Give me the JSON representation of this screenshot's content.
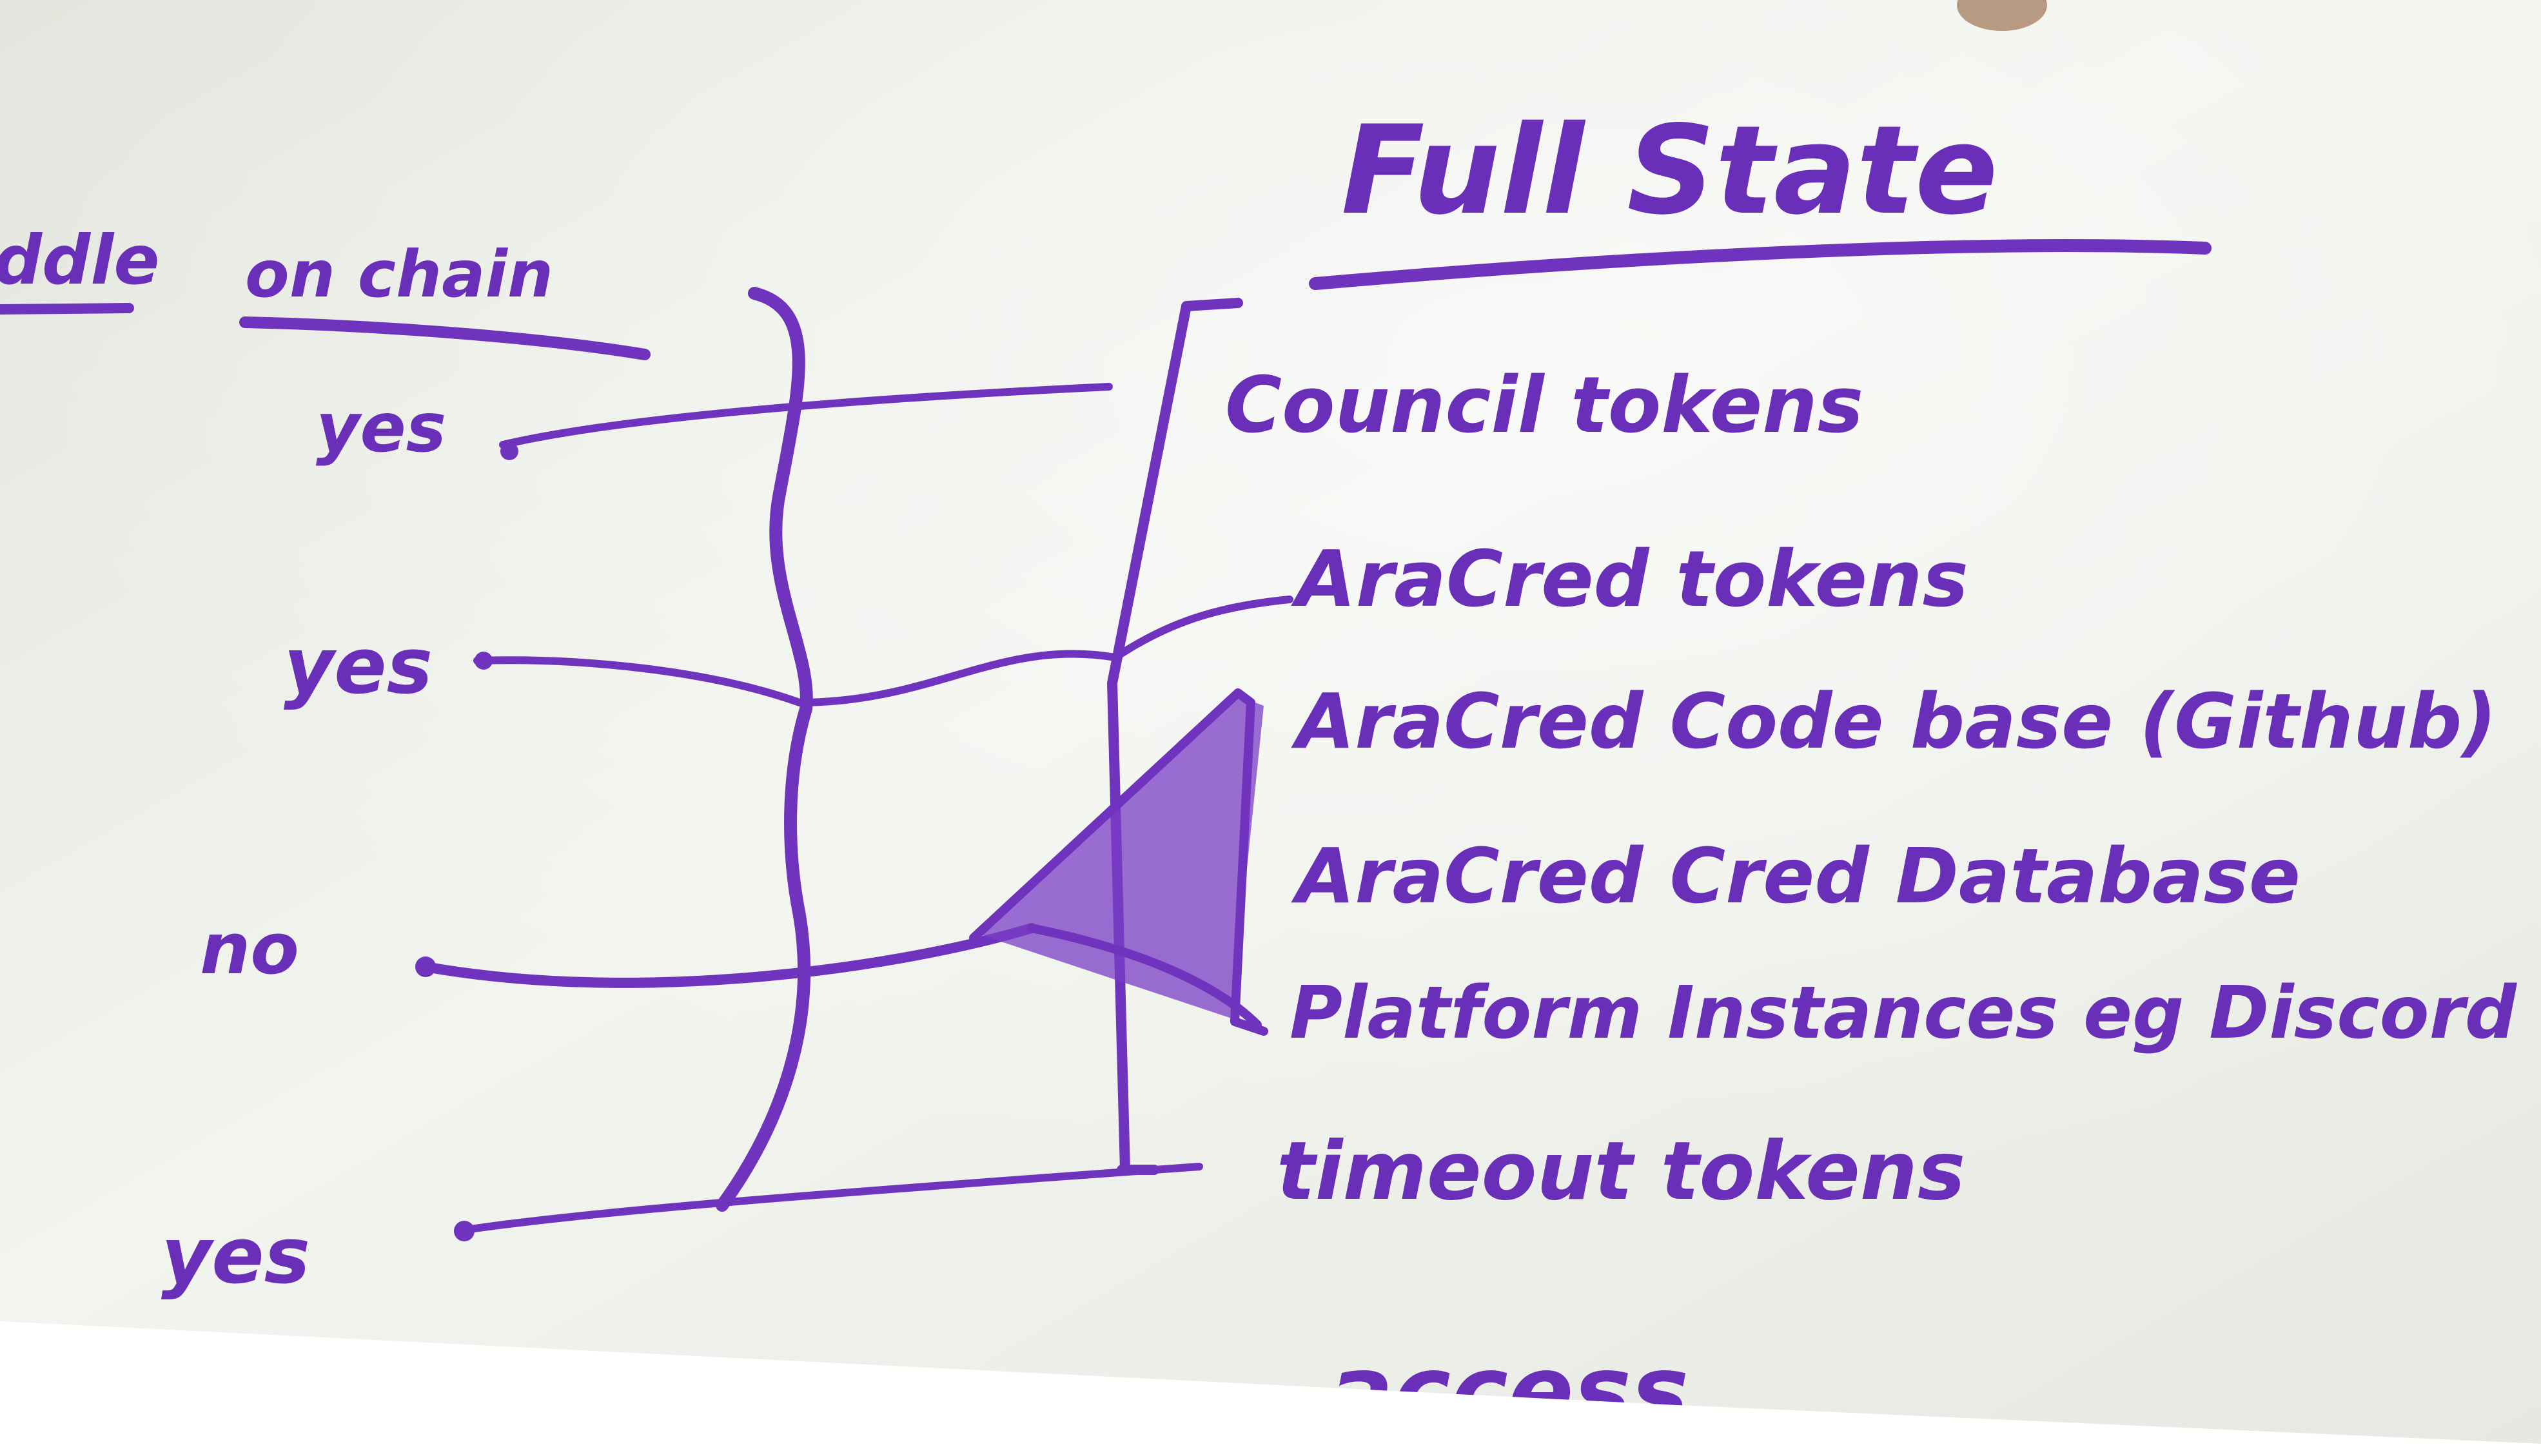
{
  "header": {
    "title": "Full State",
    "left_cut_word": "ddle",
    "column_label": "on chain"
  },
  "rows": [
    {
      "answer": "yes",
      "item": "Council tokens"
    },
    {
      "answer": "yes",
      "item": "AraCred tokens"
    },
    {
      "answer": "",
      "item": "AraCred Code base (Github)"
    },
    {
      "answer": "no",
      "item": "AraCred Cred Database"
    },
    {
      "answer": "",
      "item": "Platform Instances eg Discord"
    },
    {
      "answer": "yes",
      "item": "timeout tokens"
    }
  ],
  "bottom_cut_text": "access",
  "colors": {
    "ink": "#6a2fb8",
    "board_light": "#f4f6f1",
    "board_shade": "#dfe3da",
    "background": "#ffffff"
  }
}
